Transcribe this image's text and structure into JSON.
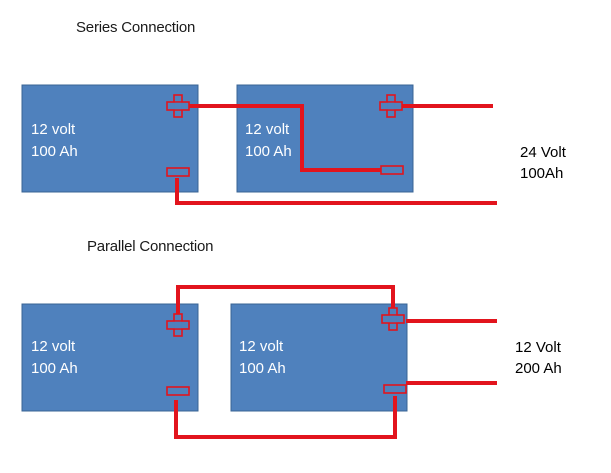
{
  "colors": {
    "battery_fill": "#4f81bd",
    "battery_border": "#3a6494",
    "wire": "#e2141d",
    "terminal_fill": "#4f81bd",
    "terminal_stroke": "#e2141d"
  },
  "series": {
    "title": "Series Connection",
    "battery_1": {
      "voltage": "12 volt",
      "capacity": "100 Ah"
    },
    "battery_2": {
      "voltage": "12 volt",
      "capacity": "100 Ah"
    },
    "result": {
      "voltage": "24 Volt",
      "capacity": "100Ah"
    }
  },
  "parallel": {
    "title": "Parallel Connection",
    "battery_1": {
      "voltage": "12 volt",
      "capacity": "100 Ah"
    },
    "battery_2": {
      "voltage": "12 volt",
      "capacity": "100 Ah"
    },
    "result": {
      "voltage": "12 Volt",
      "capacity": "200 Ah"
    }
  }
}
